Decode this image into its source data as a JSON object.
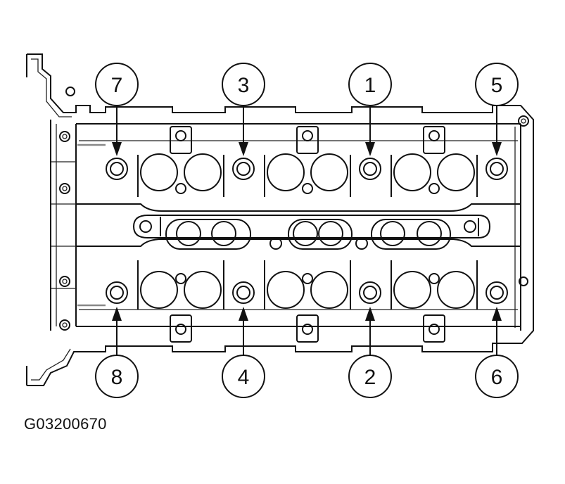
{
  "figure_id": "G03200670",
  "callouts": [
    {
      "label": "7",
      "row": "top",
      "col": 0
    },
    {
      "label": "3",
      "row": "top",
      "col": 1
    },
    {
      "label": "1",
      "row": "top",
      "col": 2
    },
    {
      "label": "5",
      "row": "top",
      "col": 3
    },
    {
      "label": "8",
      "row": "bottom",
      "col": 0
    },
    {
      "label": "4",
      "row": "bottom",
      "col": 1
    },
    {
      "label": "2",
      "row": "bottom",
      "col": 2
    },
    {
      "label": "6",
      "row": "bottom",
      "col": 3
    }
  ]
}
